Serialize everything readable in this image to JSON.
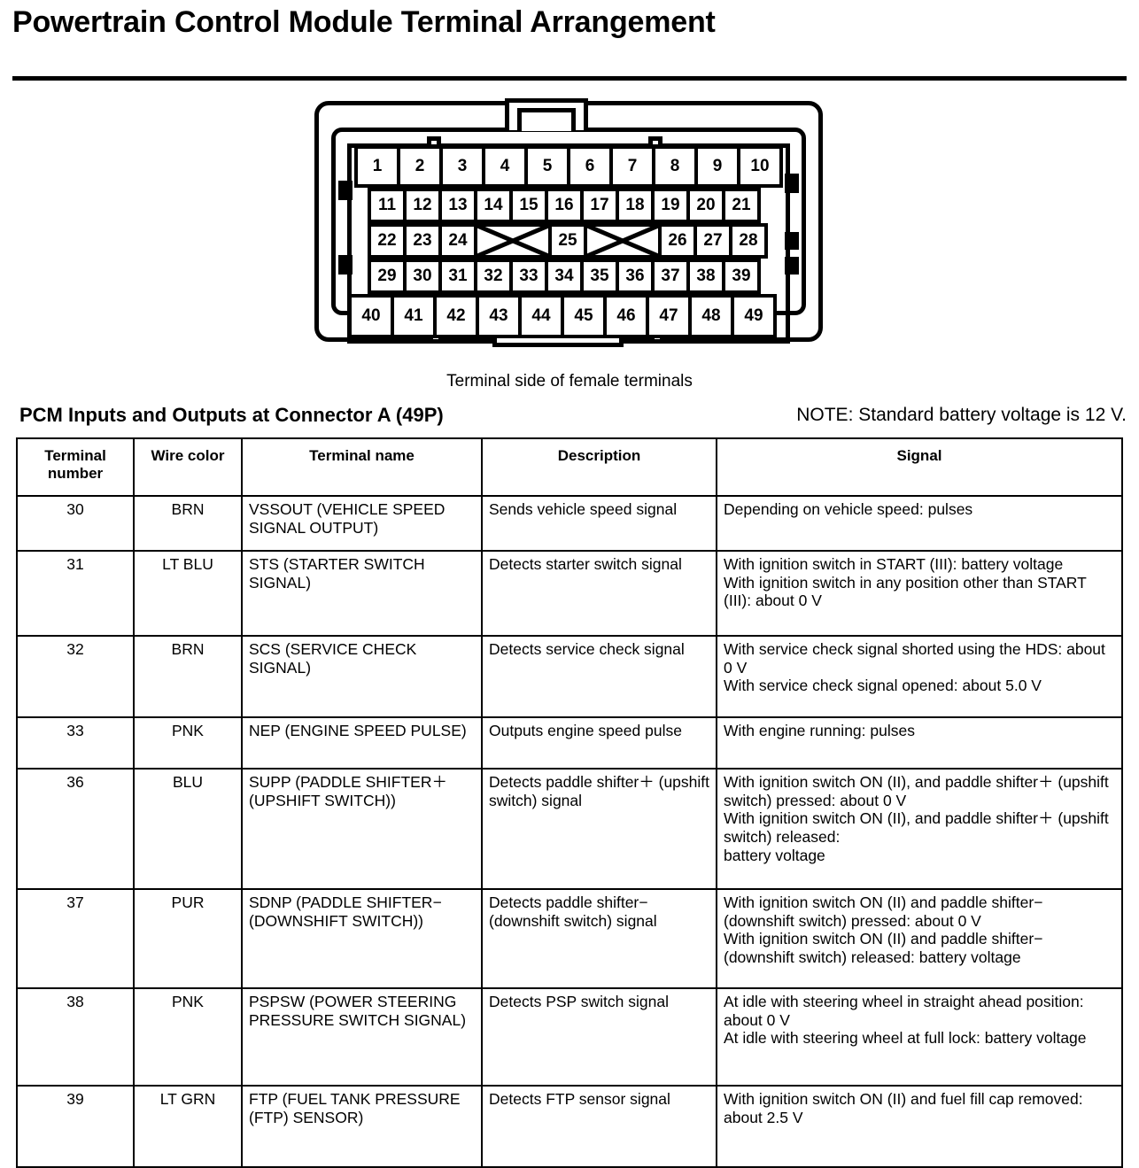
{
  "page": {
    "title": "Powertrain Control Module Terminal Arrangement",
    "caption": "Terminal side of female terminals",
    "section_heading": "PCM Inputs and Outputs at Connector A (49P)",
    "note": "NOTE: Standard battery voltage is 12 V."
  },
  "connector": {
    "rows": [
      {
        "id": "row-1",
        "cells": [
          "1",
          "2",
          "3",
          "4",
          "5",
          "6",
          "7",
          "8",
          "9",
          "10"
        ]
      },
      {
        "id": "row-2",
        "cells": [
          "11",
          "12",
          "13",
          "14",
          "15",
          "16",
          "17",
          "18",
          "19",
          "20",
          "21"
        ]
      },
      {
        "id": "row-3",
        "cells": [
          "22",
          "23",
          "24",
          "",
          "25",
          "",
          "26",
          "27",
          "28"
        ]
      },
      {
        "id": "row-4",
        "cells": [
          "29",
          "30",
          "31",
          "32",
          "33",
          "34",
          "35",
          "36",
          "37",
          "38",
          "39"
        ]
      },
      {
        "id": "row-5",
        "cells": [
          "40",
          "41",
          "42",
          "43",
          "44",
          "45",
          "46",
          "47",
          "48",
          "49"
        ]
      }
    ]
  },
  "table": {
    "headers": [
      "Terminal number",
      "Wire color",
      "Terminal name",
      "Description",
      "Signal"
    ],
    "header_term_line1": "Terminal",
    "header_term_line2": "number",
    "rows": [
      {
        "terminal": "30",
        "wire": "BRN",
        "name": "VSSOUT (VEHICLE SPEED SIGNAL OUTPUT)",
        "description": "Sends vehicle speed signal",
        "signal": "Depending on vehicle speed: pulses"
      },
      {
        "terminal": "31",
        "wire": "LT BLU",
        "name": "STS (STARTER SWITCH SIGNAL)",
        "description": "Detects starter switch signal",
        "signal": "With ignition switch in START (III): battery voltage\nWith ignition switch in any position other than START (III): about 0 V"
      },
      {
        "terminal": "32",
        "wire": "BRN",
        "name": "SCS (SERVICE CHECK SIGNAL)",
        "description": "Detects service check signal",
        "signal": "With service check signal shorted using the HDS: about 0 V\nWith service check signal opened: about 5.0 V"
      },
      {
        "terminal": "33",
        "wire": "PNK",
        "name": "NEP (ENGINE SPEED PULSE)",
        "description": "Outputs engine speed pulse",
        "signal": "With engine running: pulses"
      },
      {
        "terminal": "36",
        "wire": "BLU",
        "name": "SUPP (PADDLE SHIFTER＋ (UPSHIFT SWITCH))",
        "description": "Detects paddle shifter＋ (upshift switch) signal",
        "signal": "With ignition switch ON (II), and paddle shifter＋ (upshift switch) pressed: about 0 V\nWith ignition switch ON (II), and paddle shifter＋ (upshift switch) released:\nbattery voltage"
      },
      {
        "terminal": "37",
        "wire": "PUR",
        "name": "SDNP (PADDLE SHIFTER− (DOWNSHIFT SWITCH))",
        "description": "Detects paddle shifter− (downshift switch) signal",
        "signal": "With ignition switch ON (II) and paddle shifter− (downshift switch) pressed: about 0 V\nWith ignition switch ON (II) and paddle shifter− (downshift switch) released: battery voltage"
      },
      {
        "terminal": "38",
        "wire": "PNK",
        "name": "PSPSW (POWER STEERING PRESSURE SWITCH SIGNAL)",
        "description": "Detects PSP switch signal",
        "signal": "At idle with steering wheel in straight ahead position: about 0 V\nAt idle with steering wheel at full lock: battery voltage"
      },
      {
        "terminal": "39",
        "wire": "LT GRN",
        "name": "FTP (FUEL TANK PRESSURE (FTP) SENSOR)",
        "description": "Detects FTP sensor signal",
        "signal": "With ignition switch ON (II) and fuel fill cap removed: about 2.5 V"
      }
    ]
  }
}
